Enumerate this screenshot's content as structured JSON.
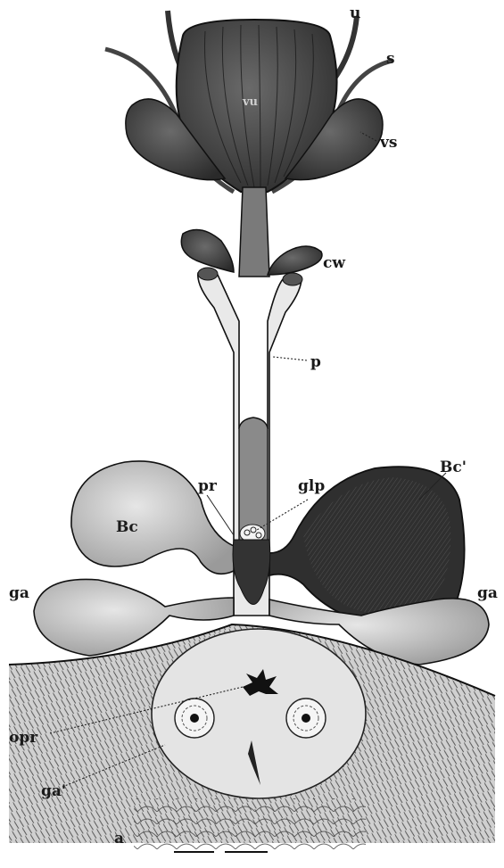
{
  "figure": {
    "kind": "anatomical engraving",
    "colors": {
      "ink": "#1a1a1a",
      "dark_gland": "#3a3a3a",
      "light_tissue": "#d8d8d8",
      "paper": "#ffffff"
    },
    "labels": {
      "u": "u",
      "s": "s",
      "vs": "vs",
      "cw": "cw",
      "p": "p",
      "pr": "pr",
      "glp": "glp",
      "bc": "Bc",
      "bc_prime": "Bc'",
      "ga_left": "ga",
      "ga_right": "ga",
      "opr": "opr",
      "ga_prime": "ga'",
      "a": "a",
      "vu": "vu"
    }
  }
}
